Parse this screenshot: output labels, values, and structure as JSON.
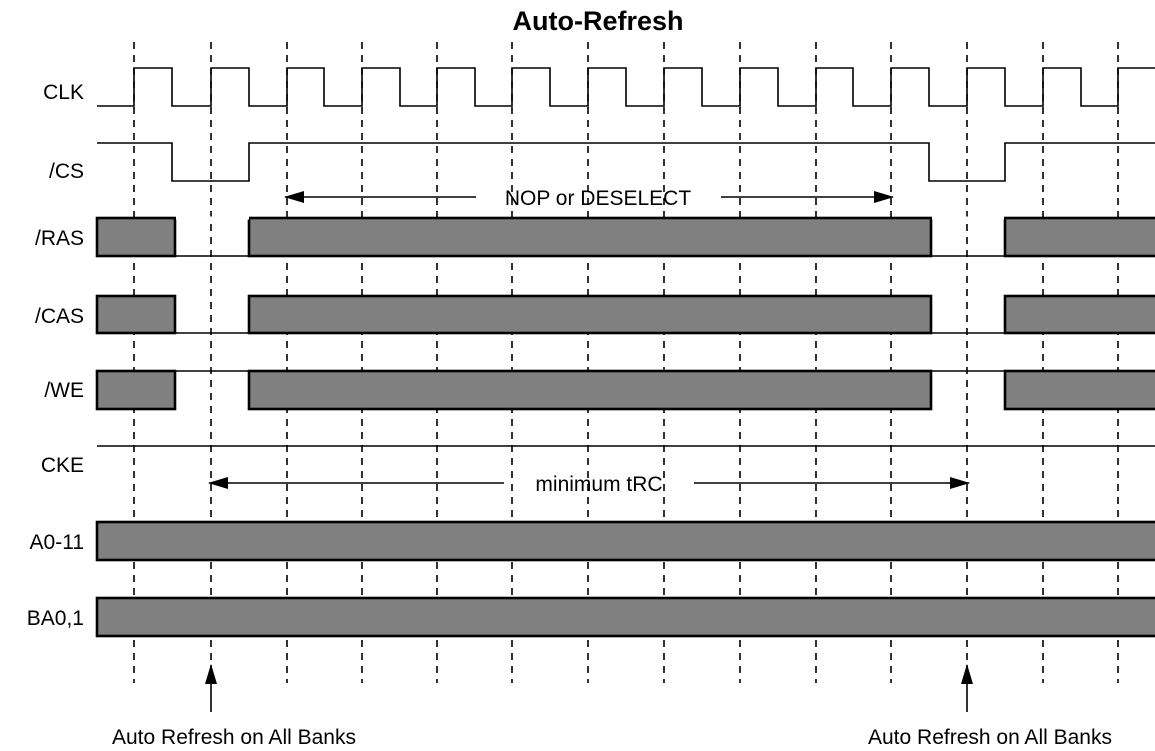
{
  "title": "Auto-Refresh",
  "signals": [
    "CLK",
    "/CS",
    "/RAS",
    "/CAS",
    "/WE",
    "CKE",
    "A0-11",
    "BA0,1"
  ],
  "annotations": {
    "nop": "NOP or DESELECT",
    "trc": "minimum tRC",
    "refresh_left": "Auto Refresh on All Banks",
    "refresh_right": "Auto Refresh on All Banks"
  },
  "colors": {
    "bus_fill": "#808080",
    "line": "#000000"
  }
}
